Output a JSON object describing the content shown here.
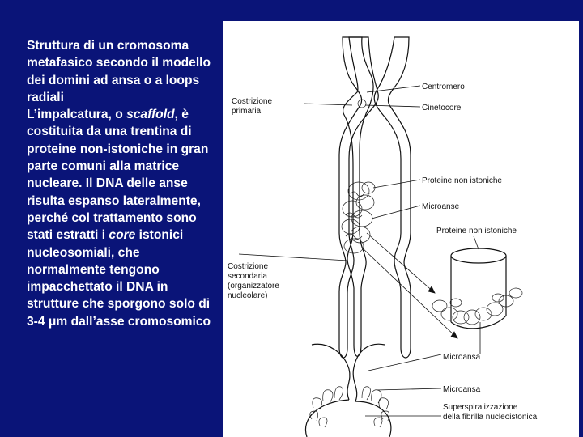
{
  "text": {
    "title": "Struttura di un cromosoma metafasico secondo il modello dei domini ad ansa o a loops radiali",
    "body_1": "L’impalcatura, o ",
    "body_em_1": "scaffold",
    "body_2": ", è costituita da una trentina di proteine non-istoniche in gran parte comuni alla matrice nucleare. Il DNA delle anse risulta espanso lateralmente, perché col trattamento sono stati estratti i ",
    "body_em_2": "core",
    "body_3": " istonici nucleosomiali, che normalmente tengono impacchettato il DNA in strutture che sporgono solo di 3-4 ",
    "body_unit": "μm",
    "body_4": " dall’asse cromosomico"
  },
  "labels": {
    "centromero": "Centromero",
    "cinetocore": "Cinetocore",
    "costrizione_primaria_1": "Costrizione",
    "costrizione_primaria_2": "primaria",
    "proteine_1": "Proteine non istoniche",
    "microanse": "Microanse",
    "proteine_2": "Proteine non istoniche",
    "costrizione_sec_1": "Costrizione",
    "costrizione_sec_2": "secondaria",
    "costrizione_sec_3": "(organizzatore",
    "costrizione_sec_4": "nucleolare)",
    "microansa_1": "Microansa",
    "microansa_2": "Microansa",
    "superspiral_1": "Superspiralizzazione",
    "superspiral_2": "della fibrilla nucleoistonica"
  },
  "colors": {
    "background": "#0a1478",
    "text": "#ffffff",
    "panel": "#ffffff",
    "ink": "#111111"
  }
}
